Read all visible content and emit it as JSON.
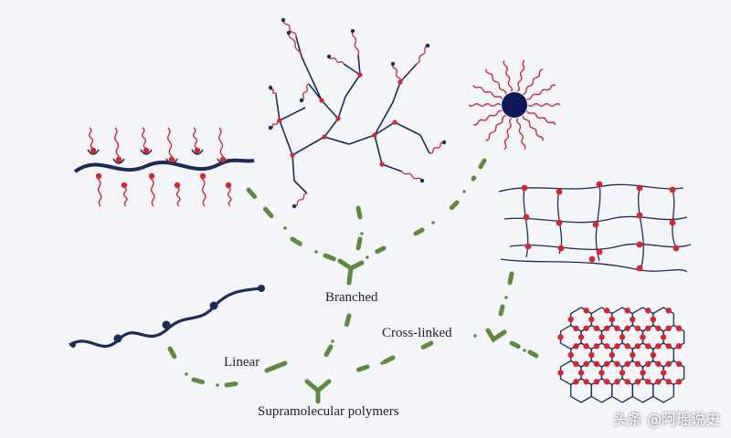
{
  "labels": {
    "branched": "Branched",
    "cross_linked": "Cross-linked",
    "linear": "Linear",
    "supramolecular": "Supramolecular polymers"
  },
  "watermark": "头条 @阿瑶说史",
  "colors": {
    "background": "#f4f5f9",
    "chain": "#1c2b5a",
    "side_chain": "#c9283e",
    "node": "#d8242f",
    "arrow": "#5f8a3c",
    "star_core": "#0c1a5c"
  }
}
